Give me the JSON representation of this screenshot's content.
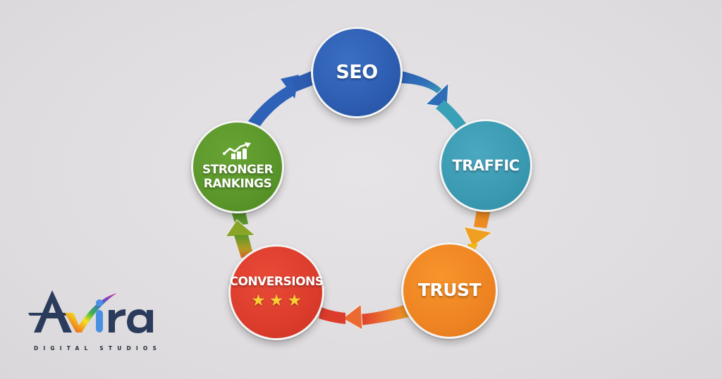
{
  "diagram": {
    "type": "cycle",
    "nodes": [
      {
        "id": "seo",
        "label": "SEO",
        "color": "#2d5db1"
      },
      {
        "id": "traffic",
        "label": "TRAFFIC",
        "color": "#3a9ab2"
      },
      {
        "id": "trust",
        "label": "TRUST",
        "color": "#ee8422"
      },
      {
        "id": "conversions",
        "label": "CONVERSIONS",
        "color": "#dc3c2c",
        "icon": "three-stars-icon",
        "stars": [
          "★",
          "★",
          "★"
        ]
      },
      {
        "id": "stronger-rankings",
        "label_line1": "STRONGER",
        "label_line2": "RANKINGS",
        "color": "#5a962a",
        "icon": "growth-chart-icon"
      }
    ],
    "edges": [
      {
        "from": "seo",
        "to": "traffic"
      },
      {
        "from": "traffic",
        "to": "trust"
      },
      {
        "from": "trust",
        "to": "conversions"
      },
      {
        "from": "conversions",
        "to": "stronger-rankings"
      },
      {
        "from": "stronger-rankings",
        "to": "seo"
      }
    ]
  },
  "branding": {
    "logo_text": "Avira",
    "logo_letters": [
      "A",
      "v",
      "i",
      "ra"
    ],
    "tagline": "DIGITAL STUDIOS",
    "primary_color": "#2a3b5c",
    "accent_color": "#4a90e2"
  },
  "background_color": "#dfdddf"
}
